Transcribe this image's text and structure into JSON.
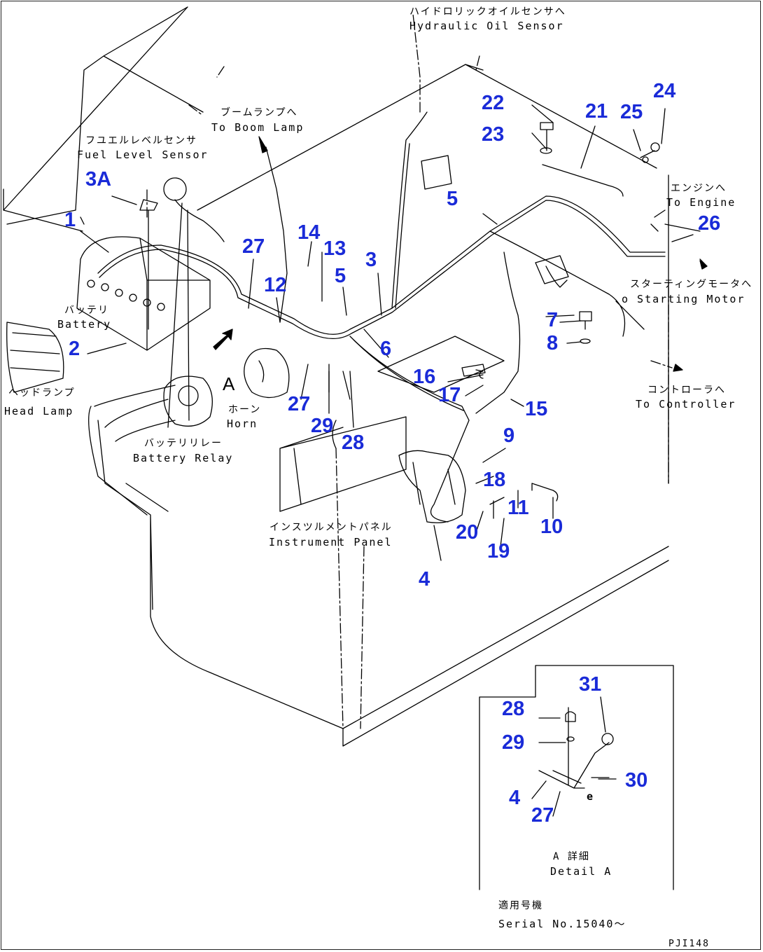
{
  "callouts": {
    "hydraulic_jp": "ハイドロリックオイルセンサへ",
    "hydraulic_en": "Hydraulic Oil Sensor",
    "boom_jp": "ブームランプへ",
    "boom_en": "To Boom Lamp",
    "fuel_jp": "フユエルレベルセンサ",
    "fuel_en": "Fuel Level Sensor",
    "battery_jp": "バッテリ",
    "battery_en": "Battery",
    "headlamp_jp": "ヘッドランプ",
    "headlamp_en": "Head Lamp",
    "horn_jp": "ホーン",
    "horn_en": "Horn",
    "relay_jp": "バッテリリレー",
    "relay_en": "Battery Relay",
    "engine_jp": "エンジンへ",
    "engine_en": "To Engine",
    "starting_jp": "スターティングモータへ",
    "starting_en": "o Starting Motor",
    "controller_jp": "コントローラへ",
    "controller_en": "To Controller",
    "instrument_jp": "インスツルメントパネル",
    "instrument_en": "Instrument Panel",
    "view_letter": "A",
    "detail_jp": "A 詳細",
    "detail_en": "Detail A",
    "serial_jp": "適用号機",
    "serial_en": "Serial No.15040～",
    "drawing_code": "PJI148",
    "ground_mark": "e"
  },
  "part_numbers": {
    "p1": "1",
    "p2": "2",
    "p3a": "3A",
    "p3": "3",
    "p4": "4",
    "p5a": "5",
    "p5b": "5",
    "p6": "6",
    "p7": "7",
    "p8": "8",
    "p9": "9",
    "p10": "10",
    "p11": "11",
    "p12": "12",
    "p13": "13",
    "p14": "14",
    "p15": "15",
    "p16": "16",
    "p17": "17",
    "p18": "18",
    "p19": "19",
    "p20": "20",
    "p21": "21",
    "p22": "22",
    "p23": "23",
    "p24": "24",
    "p25": "25",
    "p26": "26",
    "p27a": "27",
    "p27b": "27",
    "p28": "28",
    "p29": "29",
    "d28": "28",
    "d29": "29",
    "d31": "31",
    "d30": "30",
    "d4": "4",
    "d27": "27"
  },
  "colors": {
    "callout_number": "#1a2bd8",
    "line": "#000000"
  }
}
